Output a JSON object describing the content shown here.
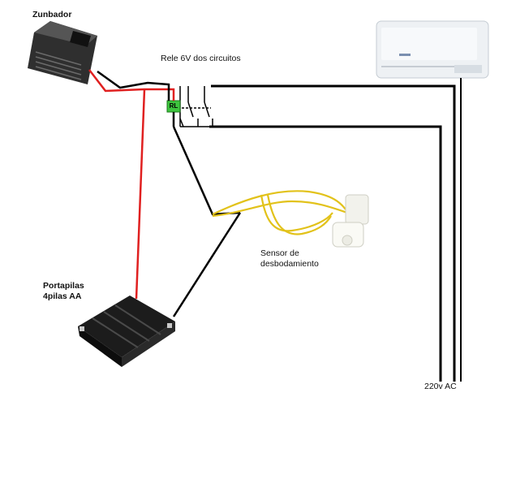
{
  "labels": {
    "buzzer": "Zunbador",
    "relay": "Rele 6V dos circuitos",
    "relay_coil": "RL",
    "sensor_line1": "Sensor de",
    "sensor_line2": "desbodamiento",
    "battery_line1": "Portapilas",
    "battery_line2": "4pilas AA",
    "mains": "220v AC"
  },
  "colors": {
    "wire_black": "#000000",
    "wire_red": "#e02020",
    "relay_green": "#3ec43e",
    "sensor_yellow": "#e8c81a",
    "buzzer_body": "#3a3a3a",
    "ac_unit": "#e9ecef"
  },
  "icons": [
    "buzzer-icon",
    "air-conditioner-icon",
    "relay-icon",
    "float-sensor-icon",
    "battery-holder-icon"
  ]
}
